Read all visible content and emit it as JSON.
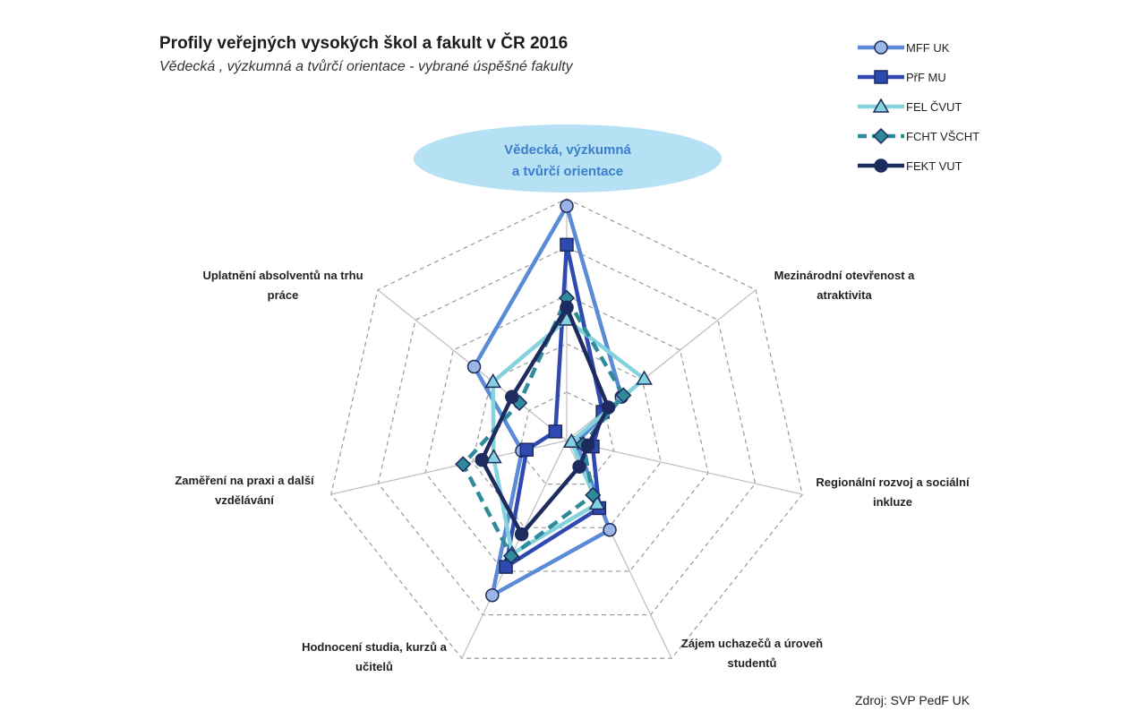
{
  "header": {
    "title": "Profily veřejných vysokých škol a fakult v ČR 2016",
    "subtitle": "Vědecká , výzkumná a tvůrčí orientace - vybrané úspěšné fakulty"
  },
  "focus": {
    "line1": "Vědecká,  výzkumná",
    "line2": "a tvůrčí  orientace"
  },
  "source": "Zdroj: SVP PedF UK",
  "chart_data": {
    "type": "radar",
    "title": "Profily veřejných vysokých škol a fakult v ČR 2016",
    "subtitle": "Vědecká , výzkumná a tvůrčí orientace - vybrané úspěšné fakulty",
    "axes": [
      {
        "line1": "",
        "line2": ""
      },
      {
        "line1": "Mezinárodní otevřenost a",
        "line2": "atraktivita"
      },
      {
        "line1": "Regionální rozvoj a sociální",
        "line2": "inkluze"
      },
      {
        "line1": "Zájem uchazečů a  úroveň",
        "line2": "studentů"
      },
      {
        "line1": "Hodnocení studia, kurzů a",
        "line2": "učitelů"
      },
      {
        "line1": "Zaměření na praxi a další",
        "line2": "vzdělávání"
      },
      {
        "line1": "Uplatnění absolventů na trhu",
        "line2": "práce"
      }
    ],
    "rlim": [
      0,
      5
    ],
    "grid_levels": 5,
    "legend_position": "top-right",
    "series": [
      {
        "name": "MFF UK",
        "color": "#5b8bd6",
        "marker": "circle",
        "dash": false,
        "values": [
          4.85,
          1.45,
          0.2,
          2.05,
          3.55,
          0.95,
          2.45
        ]
      },
      {
        "name": "PřF MU",
        "color": "#2e49b0",
        "marker": "square",
        "dash": false,
        "values": [
          4.05,
          0.95,
          0.55,
          1.55,
          2.9,
          0.85,
          0.3
        ]
      },
      {
        "name": "FEL ČVUT",
        "color": "#84d2dd",
        "marker": "triangle",
        "dash": false,
        "values": [
          2.5,
          2.05,
          0.1,
          1.45,
          2.6,
          1.55,
          1.95
        ]
      },
      {
        "name": "FCHT VŠCHT",
        "color": "#2f8a9a",
        "marker": "diamond",
        "dash": true,
        "values": [
          2.95,
          1.5,
          0.35,
          1.25,
          2.65,
          2.2,
          1.25
        ]
      },
      {
        "name": "FEKT VUT",
        "color": "#1d2b5e",
        "marker": "circle",
        "dash": false,
        "values": [
          2.75,
          1.1,
          0.45,
          0.6,
          2.15,
          1.8,
          1.45
        ]
      }
    ]
  }
}
